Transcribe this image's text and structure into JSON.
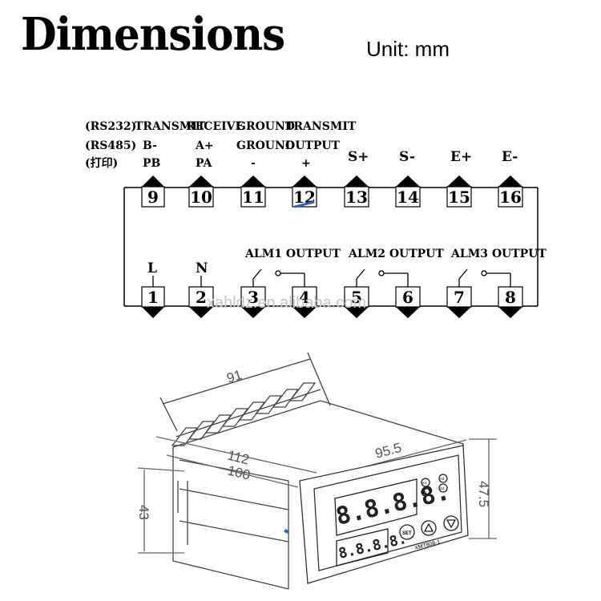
{
  "title": "Dimensions",
  "unit_label": "Unit: mm",
  "wiring": {
    "row_labels": [
      "(RS232)",
      "(RS485)",
      "(打印)"
    ],
    "top_groups": [
      {
        "line1": "TRANSMIT",
        "line2": "B-",
        "line3": "PB"
      },
      {
        "line1": "RECEIVE",
        "line2": "A+",
        "line3": "PA"
      },
      {
        "line1": "GROUND",
        "line2": "GROUND",
        "line3": "-"
      },
      {
        "line1": "TRANSMIT",
        "line2": "OUTPUT",
        "line3": "+"
      },
      {
        "line2": "S+"
      },
      {
        "line2": "S-"
      },
      {
        "line2": "E+"
      },
      {
        "line2": "E-"
      }
    ],
    "top_terminals": [
      "9",
      "10",
      "11",
      "12",
      "13",
      "14",
      "15",
      "16"
    ],
    "bottom_terminals": [
      "1",
      "2",
      "3",
      "4",
      "5",
      "6",
      "7",
      "8"
    ],
    "power_labels": [
      "L",
      "N"
    ],
    "alarm_labels": [
      "ALM1 OUTPUT",
      "ALM2 OUTPUT",
      "ALM3 OUTPUT"
    ],
    "watermark": "xahldz.en.alibaba.com"
  },
  "device": {
    "dim_91": "91",
    "dim_112": "112",
    "dim_100": "100",
    "dim_95_5": "95.5",
    "dim_43": "43",
    "dim_47_5": "47.5",
    "display_top": "8.8.8.8.",
    "display_bottom": "8.8.8.8.",
    "set_button": "SET",
    "model_label": "XMT808-1",
    "indicators": [
      "S1",
      "S2",
      "S3",
      "S4"
    ]
  }
}
